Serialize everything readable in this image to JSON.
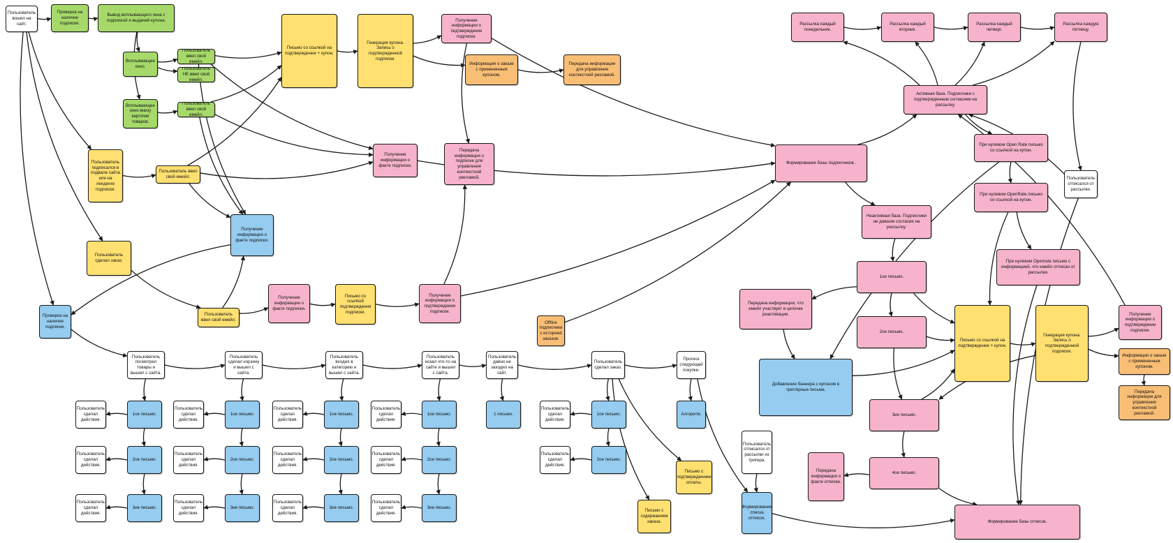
{
  "colors": {
    "white": "#ffffff",
    "green": "#a6d96a",
    "yellow": "#ffe070",
    "orange": "#f9be76",
    "pink": "#f6b3cb",
    "blue": "#95ccf0",
    "line": "#1a1a1a"
  },
  "nodes": [
    {
      "id": "visit",
      "text": "Пользователь вошел на сайт.",
      "c": "white"
    },
    {
      "id": "check1",
      "text": "Проверка на наличие подписки.",
      "c": "green"
    },
    {
      "id": "popup_out",
      "text": "Вывод всплывающего окна с подпиской и выдачей купона.",
      "c": "green"
    },
    {
      "id": "popup",
      "text": "Всплывающее окно.",
      "c": "green"
    },
    {
      "id": "popup_card",
      "text": "Всплывающее окно внизу карточки товаров.",
      "c": "green"
    },
    {
      "id": "em1",
      "text": "Пользователь ввел свой емейл.",
      "c": "green"
    },
    {
      "id": "em_no",
      "text": "Пользователь НЕ ввел свой емейл.",
      "c": "green"
    },
    {
      "id": "em3",
      "text": "Пользователь ввел свой емейл.",
      "c": "green"
    },
    {
      "id": "letter1",
      "text": "Письмо со ссылкой на подтверждение + купон.",
      "c": "yellow"
    },
    {
      "id": "gen1",
      "text": "Генерация купона. Запись о подтвержденной подписки.",
      "c": "yellow"
    },
    {
      "id": "recv1",
      "text": "Получение информации о подтверждении подписки.",
      "c": "pink"
    },
    {
      "id": "order_info1",
      "text": "Информация о заказе с примененным купоном.",
      "c": "orange"
    },
    {
      "id": "transfer1",
      "text": "Передача информации для управления контекстной рекламой.",
      "c": "orange"
    },
    {
      "id": "subscribed",
      "text": "Пользователь подписался в подвале сайта или на лендинге подписки.",
      "c": "yellow"
    },
    {
      "id": "em4",
      "text": "Пользователь ввел свой емейл.",
      "c": "yellow"
    },
    {
      "id": "recv_fact",
      "text": "Получение информации о факте подписки.",
      "c": "pink"
    },
    {
      "id": "transfer_ctx",
      "text": "Передача информации о подписке для управления контекстной рекламой.",
      "c": "pink"
    },
    {
      "id": "recv_fact_blue",
      "text": "Получение информации о факте подписки.",
      "c": "blue"
    },
    {
      "id": "made_order",
      "text": "Пользователь сделал заказ.",
      "c": "yellow"
    },
    {
      "id": "em5",
      "text": "Пользователь ввел свой емейл.",
      "c": "yellow"
    },
    {
      "id": "recv_fact2",
      "text": "Получение информации о факте подписки.",
      "c": "pink"
    },
    {
      "id": "letter2",
      "text": "Письмо со ссылкой подтверждения подписки.",
      "c": "yellow"
    },
    {
      "id": "recv_confirm2",
      "text": "Получение информации о подтверждении подписки.",
      "c": "pink"
    },
    {
      "id": "check2",
      "text": "Проверка на наличие подписки.",
      "c": "blue"
    },
    {
      "id": "offline1",
      "text": "Offline подписчики с историей заказов.",
      "c": "orange"
    },
    {
      "id": "base",
      "text": "Формирование базы подписчиков .",
      "c": "pink"
    },
    {
      "id": "mon",
      "text": "Рассылка каждый понедельник.",
      "c": "pink"
    },
    {
      "id": "tue",
      "text": "Рассылка каждый вторник.",
      "c": "pink"
    },
    {
      "id": "thu",
      "text": "Рассылка каждый четверг.",
      "c": "pink"
    },
    {
      "id": "fri",
      "text": "Рассылка каждую пятницу.",
      "c": "pink"
    },
    {
      "id": "active",
      "text": "Активная база. Подписчики с подтвержденным согласием на рассылку.",
      "c": "pink"
    },
    {
      "id": "or0_coupon",
      "text": "При нулевом Open Rate письмо со ссылкой на купон.",
      "c": "pink"
    },
    {
      "id": "or0_link",
      "text": "При нулевом OpenRate письмо со ссылкой на купон.",
      "c": "pink"
    },
    {
      "id": "or0_unsub",
      "text": "При нулевом Openrate письмо с информацией, что емейл отписан от рассылки.",
      "c": "pink"
    },
    {
      "id": "unsub",
      "text": "Пользователь отписался от рассылки.",
      "c": "white"
    },
    {
      "id": "inactive",
      "text": "Неактивная база. Подписчики не давшие согласия на рассылку.",
      "c": "pink"
    },
    {
      "id": "ltr1",
      "text": "1ое письмо.",
      "c": "pink"
    },
    {
      "id": "ltr2",
      "text": "2ое письмо.",
      "c": "pink"
    },
    {
      "id": "ltr3",
      "text": "3ие письмо.",
      "c": "pink"
    },
    {
      "id": "ltr4",
      "text": "4ое письмо.",
      "c": "pink"
    },
    {
      "id": "transfer_react",
      "text": "Передача информации, что емейл участвует в цепочке реактивации.",
      "c": "pink"
    },
    {
      "id": "letter3",
      "text": "Письмо со ссылкой на подтверждение + купон.",
      "c": "yellow"
    },
    {
      "id": "gen2",
      "text": "Генерация купона. Запись о подтвержденной подписки.",
      "c": "yellow"
    },
    {
      "id": "recv2",
      "text": "Получение информации о подтверждении подписки.",
      "c": "pink"
    },
    {
      "id": "order_info2",
      "text": "Информация о заказе с примененным купоном.",
      "c": "orange"
    },
    {
      "id": "transfer2",
      "text": "Передача информации для управления контекстной рекламой.",
      "c": "orange"
    },
    {
      "id": "banner",
      "text": "Добавление баннера с купоном в триггерные письма.",
      "c": "blue"
    },
    {
      "id": "unsub_trig",
      "text": "Пользователь отписался от рассылки из тригера.",
      "c": "white"
    },
    {
      "id": "transfer_unsub",
      "text": "Передача информации о факте отписки.",
      "c": "pink"
    },
    {
      "id": "form_unsub_list",
      "text": "Формирование списка отписок.",
      "c": "blue"
    },
    {
      "id": "form_unsub_base",
      "text": "Формирование базы отписок.",
      "c": "pink"
    },
    {
      "id": "t_a",
      "text": "Пользователь посмотрел товары и вышел с сайта.",
      "c": "white"
    },
    {
      "id": "t_b",
      "text": "Пользователь сделал корзину и вышел с сайта.",
      "c": "white"
    },
    {
      "id": "t_c",
      "text": "Пользователь входил в категорию и вышел с сайта.",
      "c": "white"
    },
    {
      "id": "t_d",
      "text": "Пользователь искал что-то на сайте и вышел с сайта.",
      "c": "white"
    },
    {
      "id": "t_e",
      "text": "Пользователь давно не заходил на сайт.",
      "c": "white"
    },
    {
      "id": "t_f",
      "text": "Пользователь сделал заказ.",
      "c": "white"
    },
    {
      "id": "forecast",
      "text": "Прогноз следующей покупки.",
      "c": "white"
    },
    {
      "id": "offline2",
      "text": "Offline подписчики с историей заказов.",
      "c": "orange"
    },
    {
      "id": "a1",
      "text": "1ое письмо.",
      "c": "blue"
    },
    {
      "id": "a2",
      "text": "2ое письмо.",
      "c": "blue"
    },
    {
      "id": "a3",
      "text": "3ие письмо.",
      "c": "blue"
    },
    {
      "id": "ad1",
      "text": "Пользователь сделал действия.",
      "c": "white"
    },
    {
      "id": "ad2",
      "text": "Пользователь сделал действия.",
      "c": "white"
    },
    {
      "id": "ad3",
      "text": "Пользователь сделал действия.",
      "c": "white"
    },
    {
      "id": "b1",
      "text": "1ое письмо.",
      "c": "blue"
    },
    {
      "id": "b2",
      "text": "2ое письмо.",
      "c": "blue"
    },
    {
      "id": "b3",
      "text": "3ие письмо.",
      "c": "blue"
    },
    {
      "id": "bd1",
      "text": "Пользователь сделал действия.",
      "c": "white"
    },
    {
      "id": "bd2",
      "text": "Пользователь сделал действия.",
      "c": "white"
    },
    {
      "id": "bd3",
      "text": "Пользователь сделал действия.",
      "c": "white"
    },
    {
      "id": "c1",
      "text": "1ое письмо.",
      "c": "blue"
    },
    {
      "id": "c2",
      "text": "2ое письмо.",
      "c": "blue"
    },
    {
      "id": "c3",
      "text": "3ие письмо.",
      "c": "blue"
    },
    {
      "id": "cd1",
      "text": "Пользователь сделал действия.",
      "c": "white"
    },
    {
      "id": "cd2",
      "text": "Пользователь сделал действия.",
      "c": "white"
    },
    {
      "id": "cd3",
      "text": "Пользователь сделал действия.",
      "c": "white"
    },
    {
      "id": "d1",
      "text": "1ое письмо.",
      "c": "blue"
    },
    {
      "id": "d2",
      "text": "2ое письмо.",
      "c": "blue"
    },
    {
      "id": "d3",
      "text": "3ие письмо.",
      "c": "blue"
    },
    {
      "id": "dd1",
      "text": "Пользователь сделал действия.",
      "c": "white"
    },
    {
      "id": "dd2",
      "text": "Пользователь сделал действия.",
      "c": "white"
    },
    {
      "id": "dd3",
      "text": "Пользователь сделал действия.",
      "c": "white"
    },
    {
      "id": "e1",
      "text": "1 письмо.",
      "c": "blue"
    },
    {
      "id": "f1",
      "text": "1ое письмо.",
      "c": "blue"
    },
    {
      "id": "f2",
      "text": "2ое письмо.",
      "c": "blue"
    },
    {
      "id": "fd1",
      "text": "Пользователь сделал действия.",
      "c": "white"
    },
    {
      "id": "fd2",
      "text": "Пользователь сделал действия.",
      "c": "white"
    },
    {
      "id": "algo",
      "text": "Алгоритм.",
      "c": "blue"
    },
    {
      "id": "pay_letter",
      "text": "Письмо с подтверждением оплаты.",
      "c": "yellow"
    },
    {
      "id": "order_letter",
      "text": "Письмо с содержанием заказа.",
      "c": "yellow"
    }
  ],
  "edges": [
    [
      "visit",
      "check1"
    ],
    [
      "check1",
      "popup_out"
    ],
    [
      "popup_out",
      "popup"
    ],
    [
      "popup",
      "em1"
    ],
    [
      "popup",
      "em_no"
    ],
    [
      "popup_out",
      "popup_card"
    ],
    [
      "popup_card",
      "em3"
    ],
    [
      "em1",
      "letter1"
    ],
    [
      "em3",
      "letter1"
    ],
    [
      "em4",
      "letter1"
    ],
    [
      "letter1",
      "gen1"
    ],
    [
      "gen1",
      "recv1"
    ],
    [
      "gen1",
      "order_info1"
    ],
    [
      "order_info1",
      "transfer1"
    ],
    [
      "recv1",
      "transfer_ctx"
    ],
    [
      "em1",
      "recv_fact"
    ],
    [
      "em3",
      "recv_fact"
    ],
    [
      "em4",
      "recv_fact"
    ],
    [
      "visit",
      "subscribed"
    ],
    [
      "subscribed",
      "em4"
    ],
    [
      "em4",
      "recv_fact_blue"
    ],
    [
      "em1",
      "recv_fact_blue"
    ],
    [
      "em3",
      "recv_fact_blue"
    ],
    [
      "visit",
      "made_order"
    ],
    [
      "made_order",
      "em5"
    ],
    [
      "em5",
      "recv_fact_blue"
    ],
    [
      "em5",
      "recv_fact2"
    ],
    [
      "recv_fact2",
      "letter2"
    ],
    [
      "letter2",
      "recv_confirm2"
    ],
    [
      "recv_confirm2",
      "transfer_ctx"
    ],
    [
      "recv_fact_blue",
      "check2"
    ],
    [
      "visit",
      "check2"
    ],
    [
      "check2",
      "t_a"
    ],
    [
      "t_a",
      "t_b"
    ],
    [
      "t_b",
      "t_c"
    ],
    [
      "t_c",
      "t_d"
    ],
    [
      "t_d",
      "t_e"
    ],
    [
      "t_e",
      "t_f"
    ],
    [
      "t_f",
      "forecast"
    ],
    [
      "offline2",
      "t_f"
    ],
    [
      "forecast",
      "algo"
    ],
    [
      "t_f",
      "pay_letter"
    ],
    [
      "t_f",
      "order_letter"
    ],
    [
      "t_a",
      "a1"
    ],
    [
      "a1",
      "a2"
    ],
    [
      "a2",
      "a3"
    ],
    [
      "a1",
      "ad1"
    ],
    [
      "a2",
      "ad2"
    ],
    [
      "a3",
      "ad3"
    ],
    [
      "t_b",
      "b1"
    ],
    [
      "b1",
      "b2"
    ],
    [
      "b2",
      "b3"
    ],
    [
      "b1",
      "bd1"
    ],
    [
      "b2",
      "bd2"
    ],
    [
      "b3",
      "bd3"
    ],
    [
      "t_c",
      "c1"
    ],
    [
      "c1",
      "c2"
    ],
    [
      "c2",
      "c3"
    ],
    [
      "c1",
      "cd1"
    ],
    [
      "c2",
      "cd2"
    ],
    [
      "c3",
      "cd3"
    ],
    [
      "t_d",
      "d1"
    ],
    [
      "d1",
      "d2"
    ],
    [
      "d2",
      "d3"
    ],
    [
      "d1",
      "dd1"
    ],
    [
      "d2",
      "dd2"
    ],
    [
      "d3",
      "dd3"
    ],
    [
      "t_e",
      "e1"
    ],
    [
      "t_f",
      "f1"
    ],
    [
      "f1",
      "f2"
    ],
    [
      "f1",
      "fd1"
    ],
    [
      "f2",
      "fd2"
    ],
    [
      "offline1",
      "base"
    ],
    [
      "recv1",
      "base"
    ],
    [
      "recv_confirm2",
      "base"
    ],
    [
      "recv_fact",
      "base"
    ],
    [
      "base",
      "active"
    ],
    [
      "base",
      "inactive"
    ],
    [
      "active",
      "mon"
    ],
    [
      "mon",
      "tue"
    ],
    [
      "tue",
      "thu"
    ],
    [
      "thu",
      "fri"
    ],
    [
      "active",
      "tue"
    ],
    [
      "active",
      "thu"
    ],
    [
      "active",
      "fri"
    ],
    [
      "fri",
      "unsub"
    ],
    [
      "unsub",
      "active"
    ],
    [
      "active",
      "or0_coupon"
    ],
    [
      "or0_coupon",
      "or0_link"
    ],
    [
      "or0_link",
      "or0_unsub"
    ],
    [
      "or0_coupon",
      "banner"
    ],
    [
      "or0_link",
      "letter3"
    ],
    [
      "inactive",
      "ltr1"
    ],
    [
      "ltr1",
      "ltr2"
    ],
    [
      "ltr2",
      "ltr3"
    ],
    [
      "ltr3",
      "ltr4"
    ],
    [
      "ltr1",
      "transfer_react"
    ],
    [
      "ltr1",
      "letter3"
    ],
    [
      "ltr2",
      "letter3"
    ],
    [
      "ltr3",
      "letter3"
    ],
    [
      "transfer_react",
      "banner"
    ],
    [
      "banner",
      "letter3"
    ],
    [
      "letter3",
      "gen2"
    ],
    [
      "gen2",
      "recv2"
    ],
    [
      "gen2",
      "order_info2"
    ],
    [
      "order_info2",
      "transfer2"
    ],
    [
      "ltr4",
      "transfer_unsub"
    ],
    [
      "ltr4",
      "form_unsub_base"
    ],
    [
      "unsub",
      "form_unsub_base"
    ],
    [
      "or0_unsub",
      "form_unsub_base"
    ],
    [
      "form_unsub_list",
      "form_unsub_base"
    ],
    [
      "unsub_trig",
      "form_unsub_list"
    ],
    [
      "forecast",
      "form_unsub_list"
    ],
    [
      "recv2",
      "active"
    ],
    [
      "gen2",
      "ltr3"
    ]
  ]
}
